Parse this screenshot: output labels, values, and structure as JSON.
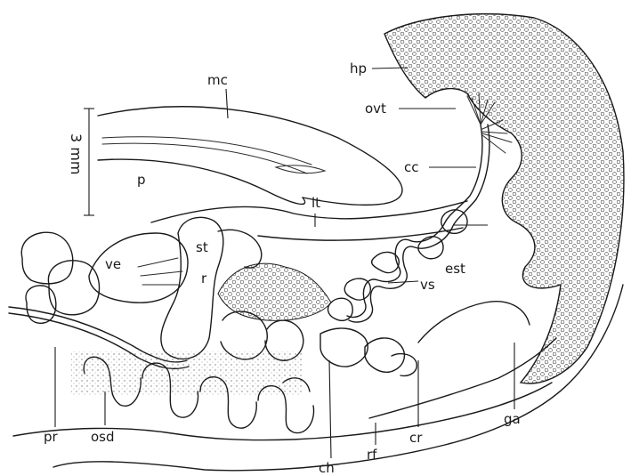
{
  "figure": {
    "scale_bar_label": "3 mm",
    "labels": {
      "mc": "mc",
      "hp": "hp",
      "ovt": "ovt",
      "cc": "cc",
      "p": "p",
      "lt": "lt",
      "st": "st",
      "ve": "ve",
      "r": "r",
      "est": "est",
      "vs": "vs",
      "ga": "ga",
      "pr": "pr",
      "osd": "osd",
      "ch": "ch",
      "rf": "rf",
      "cr": "cr"
    }
  },
  "colors": {
    "ink": "#1a1a1a",
    "background": "#ffffff"
  }
}
